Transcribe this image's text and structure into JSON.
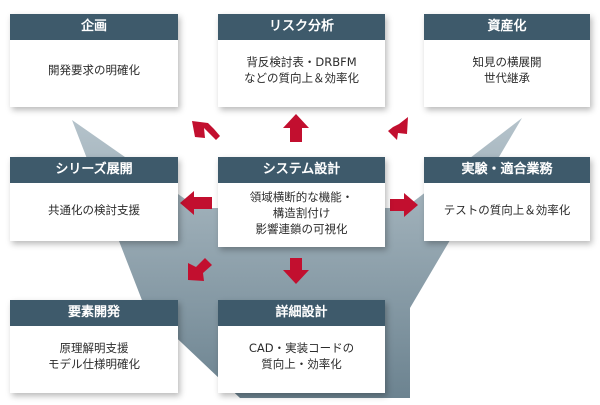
{
  "colors": {
    "header": "#3e5a6b",
    "arrow": "#c20f2f",
    "shape_top": "#b5c3cb",
    "shape_bottom": "#6c8390"
  },
  "boxes": {
    "planning": {
      "title": "企画",
      "lines": [
        "開発要求の明確化"
      ]
    },
    "risk": {
      "title": "リスク分析",
      "lines": [
        "背反検討表・DRBFM",
        "などの質向上＆効率化"
      ]
    },
    "assets": {
      "title": "資産化",
      "lines": [
        "知見の横展開",
        "世代継承"
      ]
    },
    "series": {
      "title": "シリーズ展開",
      "lines": [
        "共通化の検討支援"
      ]
    },
    "system": {
      "title": "システム設計",
      "lines": [
        "領域横断的な機能・",
        "構造割付け",
        "影響連鎖の可視化"
      ]
    },
    "validation": {
      "title": "実験・適合業務",
      "lines": [
        "テストの質向上＆効率化"
      ]
    },
    "element": {
      "title": "要素開発",
      "lines": [
        "原理解明支援",
        "モデル仕様明確化"
      ]
    },
    "detail": {
      "title": "詳細設計",
      "lines": [
        "CAD・実装コードの",
        "質向上・効率化"
      ]
    }
  }
}
